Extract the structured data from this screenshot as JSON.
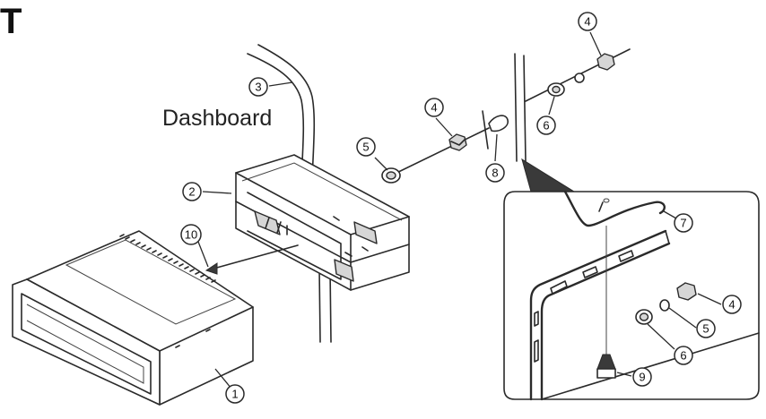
{
  "heading": "T",
  "dashboard_label": "Dashboard",
  "callouts": {
    "unit": "1",
    "sleeve": "2",
    "strap_top": "3",
    "nut_main": "4",
    "washer_main": "5",
    "nut_top": "4",
    "washer_top": "6",
    "dash_part": "8",
    "tab": "10",
    "bracket": "7",
    "nut_inset": "4",
    "washer_inset": "5",
    "washer_inset_b": "6",
    "screw": "9"
  }
}
